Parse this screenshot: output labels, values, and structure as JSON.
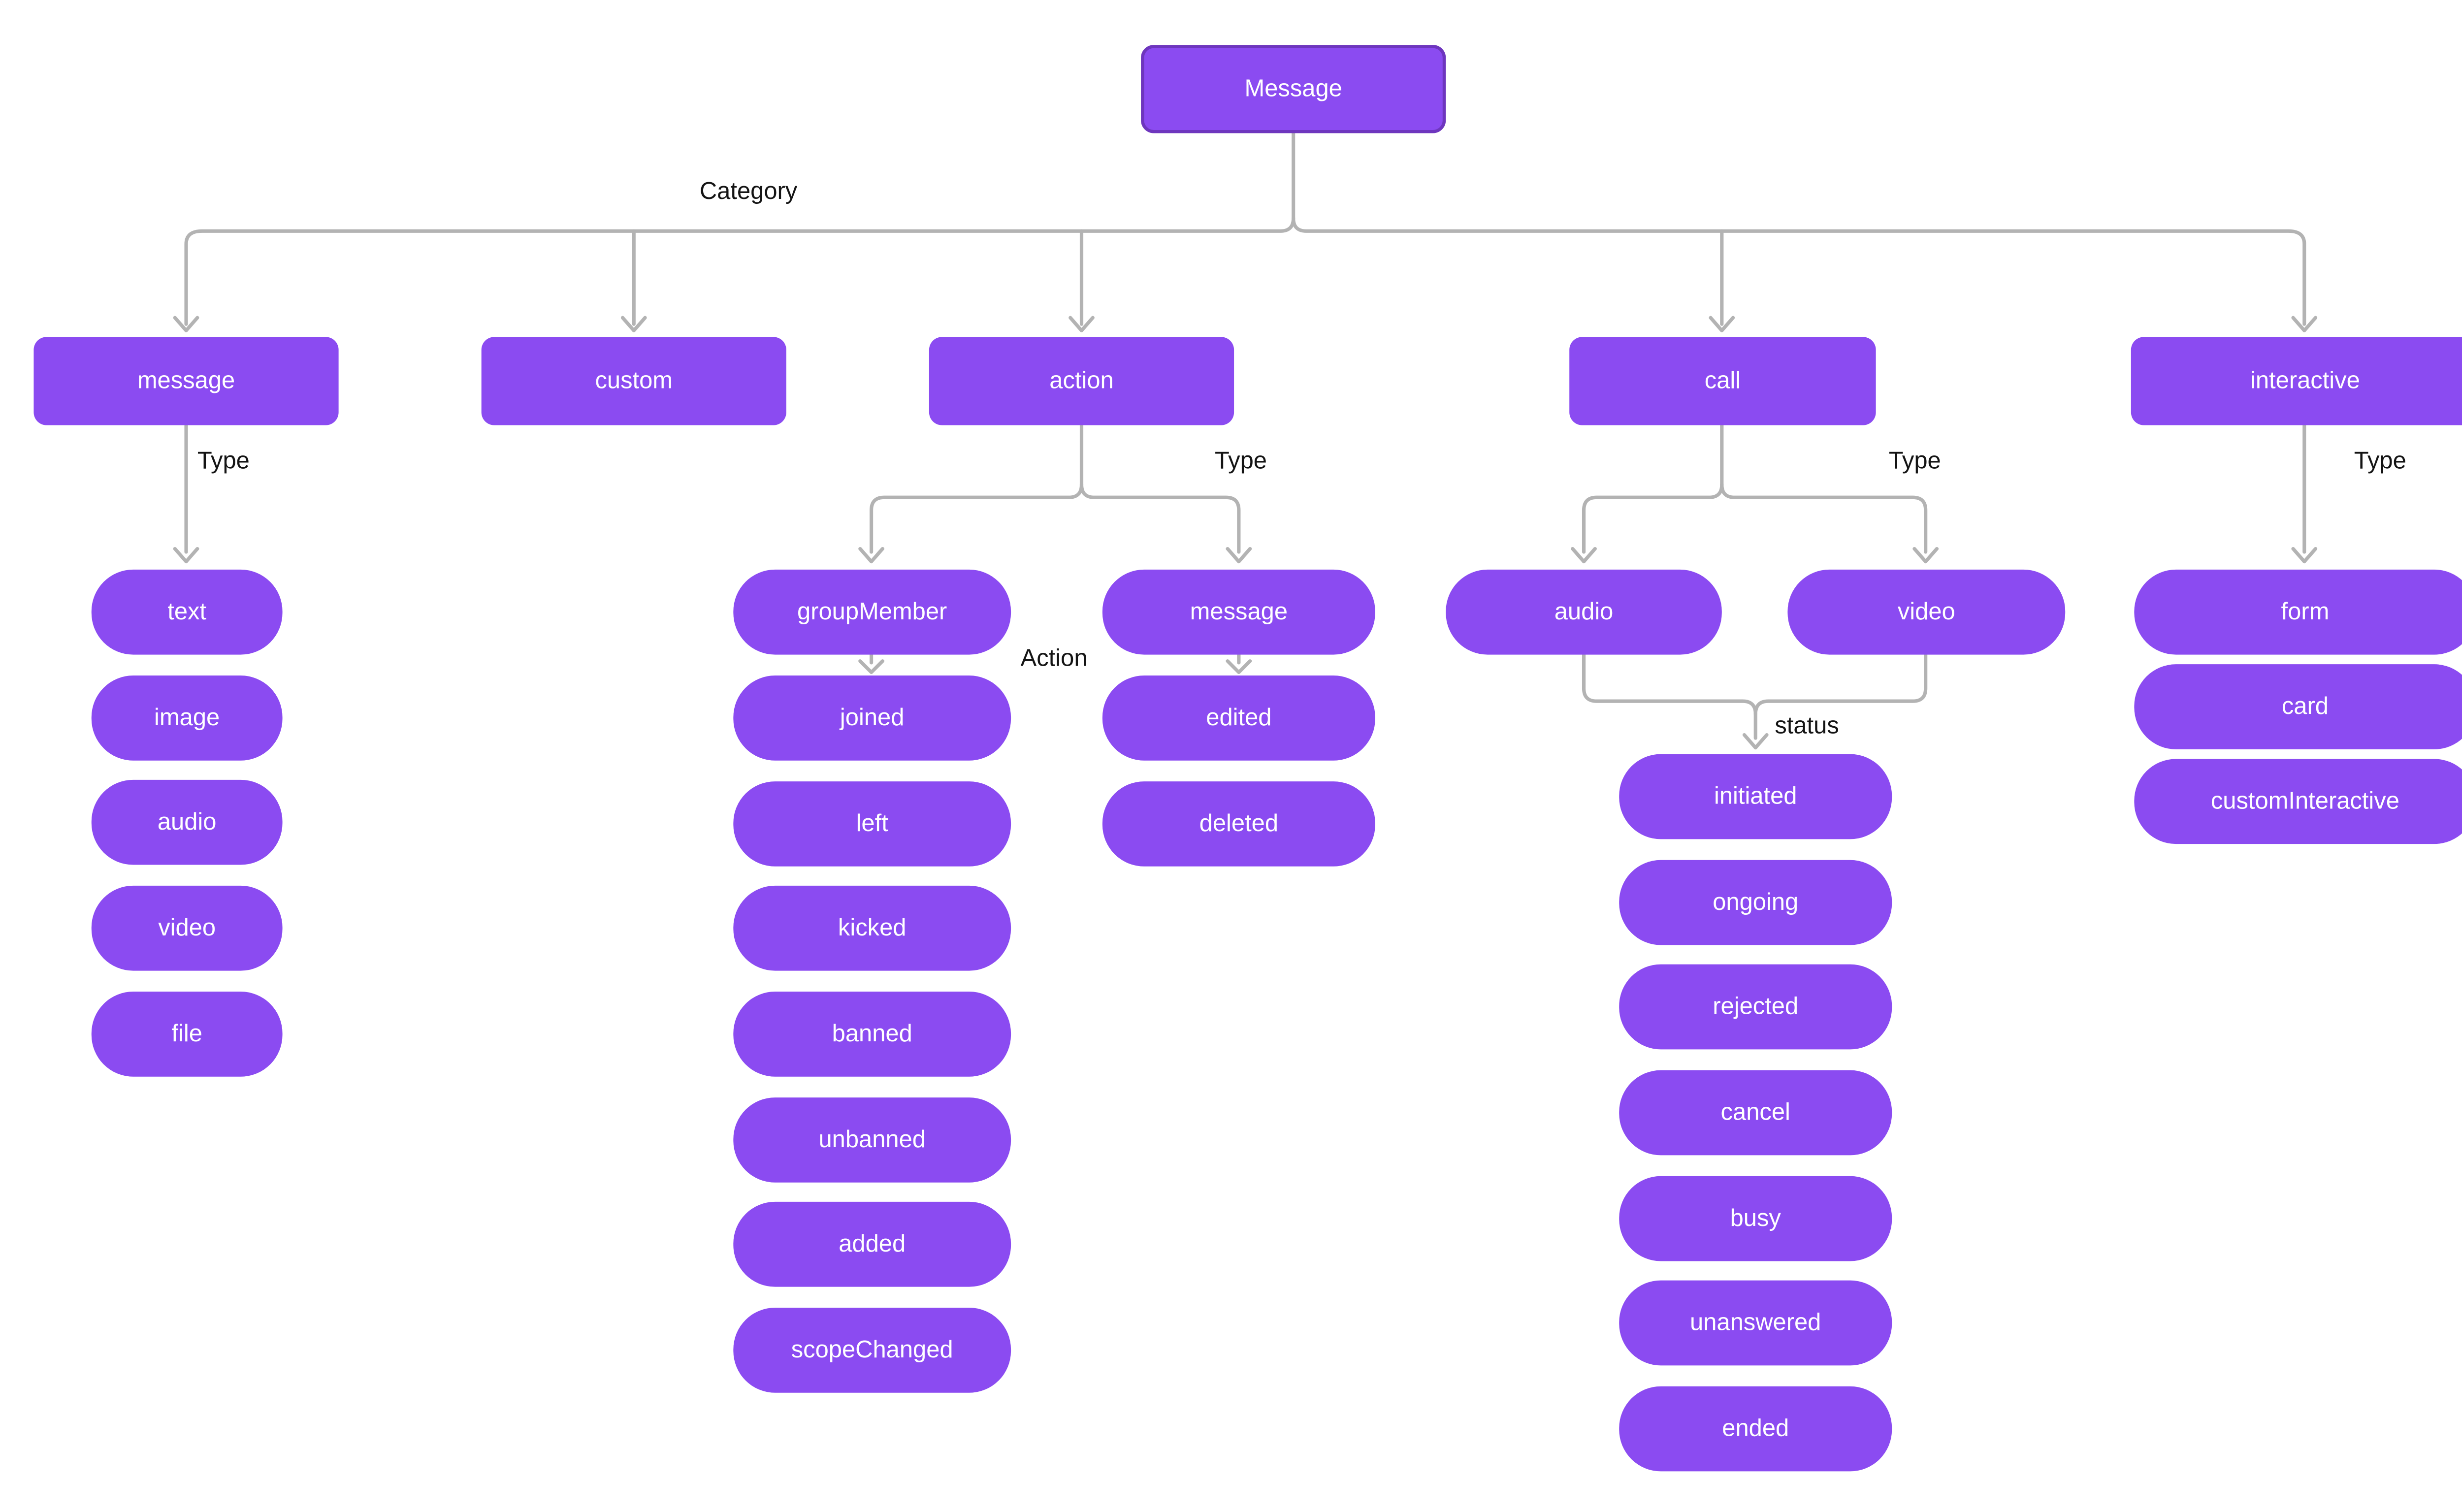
{
  "root": {
    "label": "Message"
  },
  "labels": {
    "category": "Category",
    "type": "Type",
    "action": "Action",
    "status": "status"
  },
  "branches": {
    "message": {
      "label": "message",
      "types": [
        "text",
        "image",
        "audio",
        "video",
        "file"
      ]
    },
    "custom": {
      "label": "custom"
    },
    "action": {
      "label": "action",
      "groupMember": {
        "label": "groupMember",
        "actions": [
          "joined",
          "left",
          "kicked",
          "banned",
          "unbanned",
          "added",
          "scopeChanged"
        ]
      },
      "message": {
        "label": "message",
        "actions": [
          "edited",
          "deleted"
        ]
      }
    },
    "call": {
      "label": "call",
      "types": [
        "audio",
        "video"
      ],
      "statuses": [
        "initiated",
        "ongoing",
        "rejected",
        "cancel",
        "busy",
        "unanswered",
        "ended"
      ]
    },
    "interactive": {
      "label": "interactive",
      "types": [
        "form",
        "card",
        "customInteractive"
      ]
    }
  },
  "colors": {
    "node_fill": "#8B4BF1",
    "root_border": "#6E36BE",
    "node_text": "#FFFFFF",
    "connector": "#B3B3B3",
    "edge_label_text": "#141414",
    "background": "#FFFFFF"
  }
}
